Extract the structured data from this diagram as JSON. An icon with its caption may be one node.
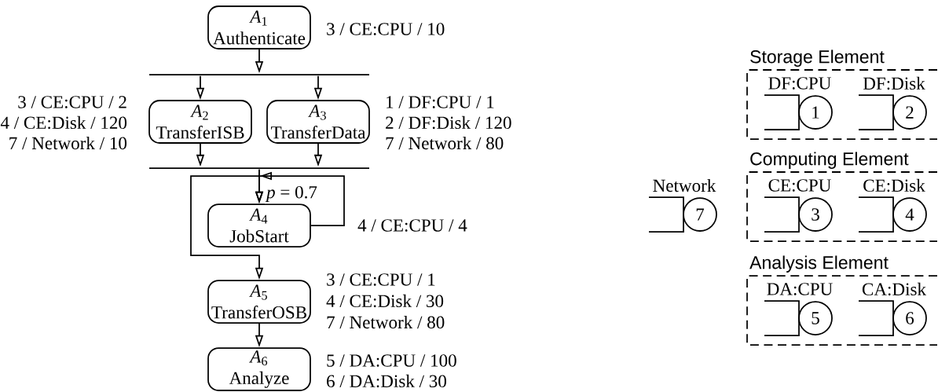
{
  "diagram": {
    "nodes": [
      {
        "text": [
          "*A*$_{1}$",
          "Authenticate"
        ],
        "beside": [
          "3 / CE:CPU / 10"
        ]
      },
      {
        "text": [],
        "shape": "bar"
      },
      {
        "text": [
          "*A*$_{2}$",
          "TransferISB"
        ],
        "beside": [
          "3 / CE:CPU / 2",
          "4 / CE:Disk / 120",
          "7 / Network / 10"
        ]
      },
      {
        "text": [
          "*A*$_{3}$",
          "TransferData"
        ],
        "beside": [
          "1 / DF:CPU / 1",
          "2 / DF:Disk / 120",
          "7 / Network / 80"
        ]
      },
      {
        "text": [],
        "shape": "bar"
      },
      {
        "text": [
          "*A*$_{4}$",
          "JobStart"
        ],
        "beside": [
          "4 / CE:CPU / 4"
        ]
      },
      {
        "text": [
          "*A*$_{5}$",
          "TransferOSB"
        ],
        "beside": [
          "3 / CE:CPU / 1",
          "4 / CE:Disk / 30",
          "7 / Network / 80"
        ]
      },
      {
        "text": [
          "*A*$_{6}$",
          "Analyze"
        ],
        "beside": [
          "5 / DA:CPU / 100",
          "6 / DA:Disk / 30"
        ]
      },
      {
        "text": [
          "Storage Element"
        ]
      },
      {
        "text": [
          "1"
        ],
        "beside": [
          "DF:CPU"
        ],
        "in": 8
      },
      {
        "text": [
          "2"
        ],
        "beside": [
          "DF:Disk"
        ],
        "in": 8
      },
      {
        "text": [
          "7"
        ],
        "beside": [
          "Network"
        ]
      },
      {
        "text": [
          "Computing Element"
        ]
      },
      {
        "text": [
          "3"
        ],
        "beside": [
          "CE:CPU"
        ],
        "in": 12
      },
      {
        "text": [
          "4"
        ],
        "beside": [
          "CE:Disk"
        ],
        "in": 12
      },
      {
        "text": [
          "Analysis Element"
        ]
      },
      {
        "text": [
          "5"
        ],
        "beside": [
          "DA:CPU"
        ],
        "in": 15
      },
      {
        "text": [
          "6"
        ],
        "beside": [
          "CA:Disk"
        ],
        "in": 15
      }
    ],
    "edges": [
      {
        "from": 0,
        "to": 1,
        "arrow": "to"
      },
      {
        "from": 1,
        "to": 2,
        "arrow": "to"
      },
      {
        "from": 1,
        "to": 3,
        "arrow": "to"
      },
      {
        "from": 2,
        "to": 4,
        "arrow": "to"
      },
      {
        "from": 3,
        "to": 4,
        "arrow": "to"
      },
      {
        "from": 4,
        "to": 5,
        "arrow": "to",
        "label": "*p* = 0.7"
      },
      {
        "from": 5,
        "to": 5,
        "arrow": "to"
      },
      {
        "from": 4,
        "to": 6,
        "arrow": "to"
      },
      {
        "from": 6,
        "to": 7,
        "arrow": "to"
      }
    ]
  }
}
